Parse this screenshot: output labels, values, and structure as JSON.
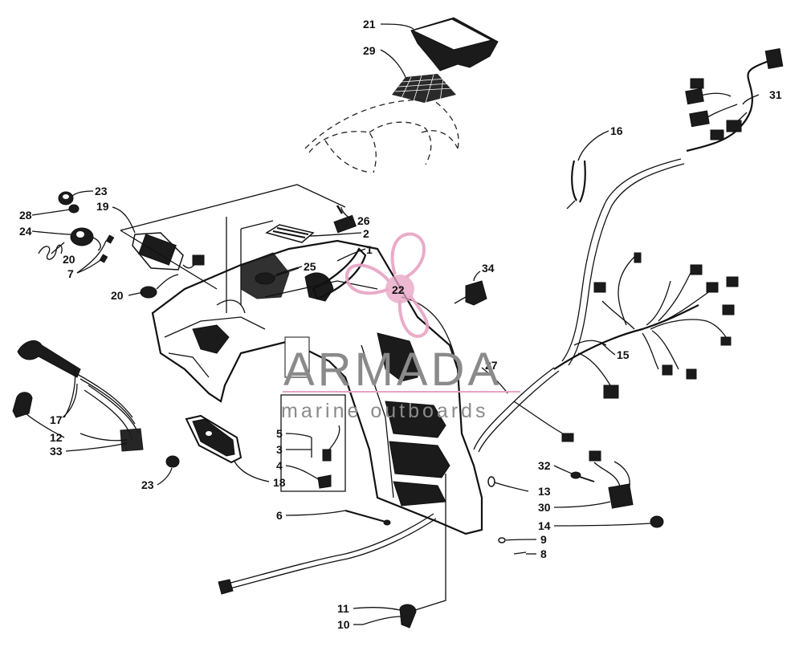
{
  "watermark": {
    "brand": "ARMADA",
    "tagline": "marine outboards",
    "logo_number": "22",
    "logo_color": "#e8a3c4"
  },
  "labels": {
    "l1": "1",
    "l2": "2",
    "l3": "3",
    "l4": "4",
    "l5": "5",
    "l6": "6",
    "l7": "7",
    "l8": "8",
    "l9": "9",
    "l10": "10",
    "l11": "11",
    "l12": "12",
    "l13": "13",
    "l14": "14",
    "l15": "15",
    "l16": "16",
    "l17": "17",
    "l18": "18",
    "l19": "19",
    "l20a": "20",
    "l20b": "20",
    "l21": "21",
    "l23a": "23",
    "l23b": "23",
    "l24": "24",
    "l25": "25",
    "l26": "26",
    "l27": "27",
    "l28": "28",
    "l29": "29",
    "l30": "30",
    "l31": "31",
    "l32": "32",
    "l33": "33",
    "l34": "34"
  }
}
